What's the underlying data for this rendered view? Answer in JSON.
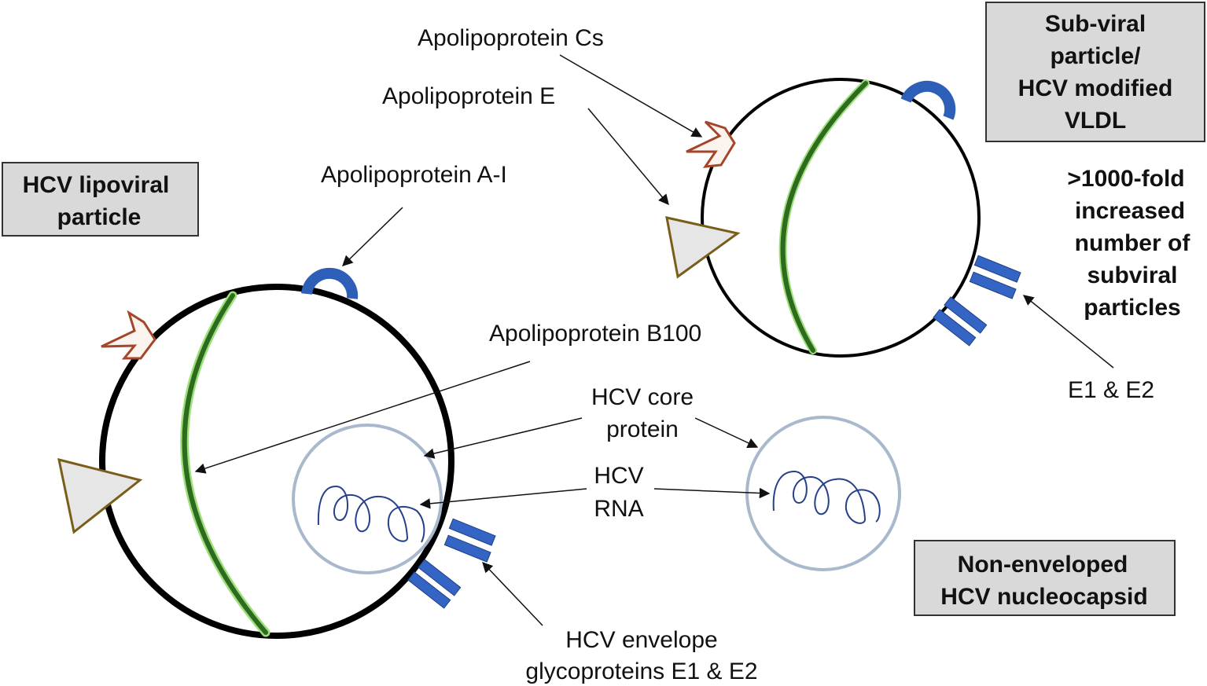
{
  "labels": {
    "apo_cs": "Apolipoprotein Cs",
    "apo_e": "Apolipoprotein E",
    "apo_ai": "Apolipoprotein A-I",
    "apo_b100": "Apolipoprotein B100",
    "core_line1": "HCV core",
    "core_line2": "protein",
    "rna_line1": "HCV",
    "rna_line2": "RNA",
    "env_line1": "HCV envelope",
    "env_line2": "glycoproteins E1 & E2",
    "e1e2": "E1 & E2"
  },
  "boxes": {
    "lipoviral_line1": "HCV lipoviral",
    "lipoviral_line2": "particle",
    "subviral_line1": "Sub-viral",
    "subviral_line2": "particle/",
    "subviral_line3": "HCV modified",
    "subviral_line4": "VLDL",
    "nonenveloped_line1": "Non-enveloped",
    "nonenveloped_line2": "HCV nucleocapsid"
  },
  "note": {
    "line1": ">1000-fold",
    "line2": "increased",
    "line3": "number of",
    "line4": "subviral",
    "line5": "particles"
  },
  "colors": {
    "apo_b100_band": "#2e6b1f",
    "apo_b100_glow": "#9be07a",
    "apo_ai": "#2e5fb8",
    "apo_cs_fill": "#fbf3ee",
    "apo_cs_stroke": "#a5462a",
    "apo_e_fill": "#e6e6e6",
    "apo_e_stroke": "#7a5d1a",
    "e1e2": "#3465c4",
    "nucleocapsid": "#a9b8cc",
    "rna": "#26408b"
  }
}
